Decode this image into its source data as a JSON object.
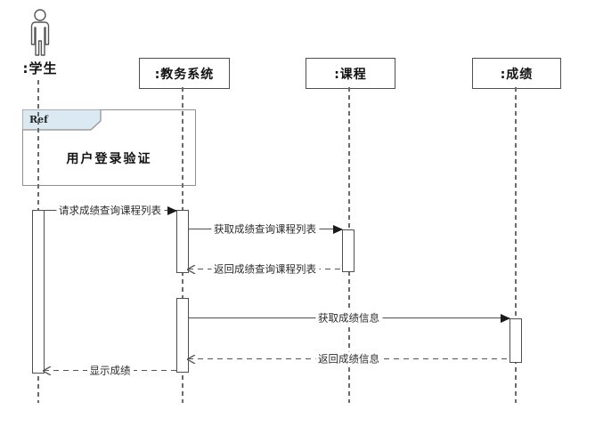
{
  "diagram": {
    "type": "uml-sequence",
    "lifelines": [
      {
        "id": "student",
        "label": ":学生",
        "kind": "actor"
      },
      {
        "id": "system",
        "label": ":教务系统",
        "kind": "object"
      },
      {
        "id": "course",
        "label": ":课程",
        "kind": "object"
      },
      {
        "id": "grade",
        "label": ":成绩",
        "kind": "object"
      }
    ],
    "ref_fragment": {
      "tab_label": "Ref",
      "body_label": "用户登录验证"
    },
    "messages": [
      {
        "text": "请求成绩查询课程列表",
        "from": "student",
        "to": "system",
        "style": "sync"
      },
      {
        "text": "获取成绩查询课程列表",
        "from": "system",
        "to": "course",
        "style": "sync"
      },
      {
        "text": "返回成绩查询课程列表",
        "from": "course",
        "to": "system",
        "style": "return"
      },
      {
        "text": "获取成绩信息",
        "from": "system",
        "to": "grade",
        "style": "sync"
      },
      {
        "text": "返回成绩信息",
        "from": "grade",
        "to": "system",
        "style": "return"
      },
      {
        "text": "显示成绩",
        "from": "system",
        "to": "student",
        "style": "return"
      }
    ],
    "colors": {
      "line": "#4f4f4f",
      "text": "#222222",
      "ref_tab_fill": "#dbe9f3",
      "background": "#ffffff"
    }
  }
}
